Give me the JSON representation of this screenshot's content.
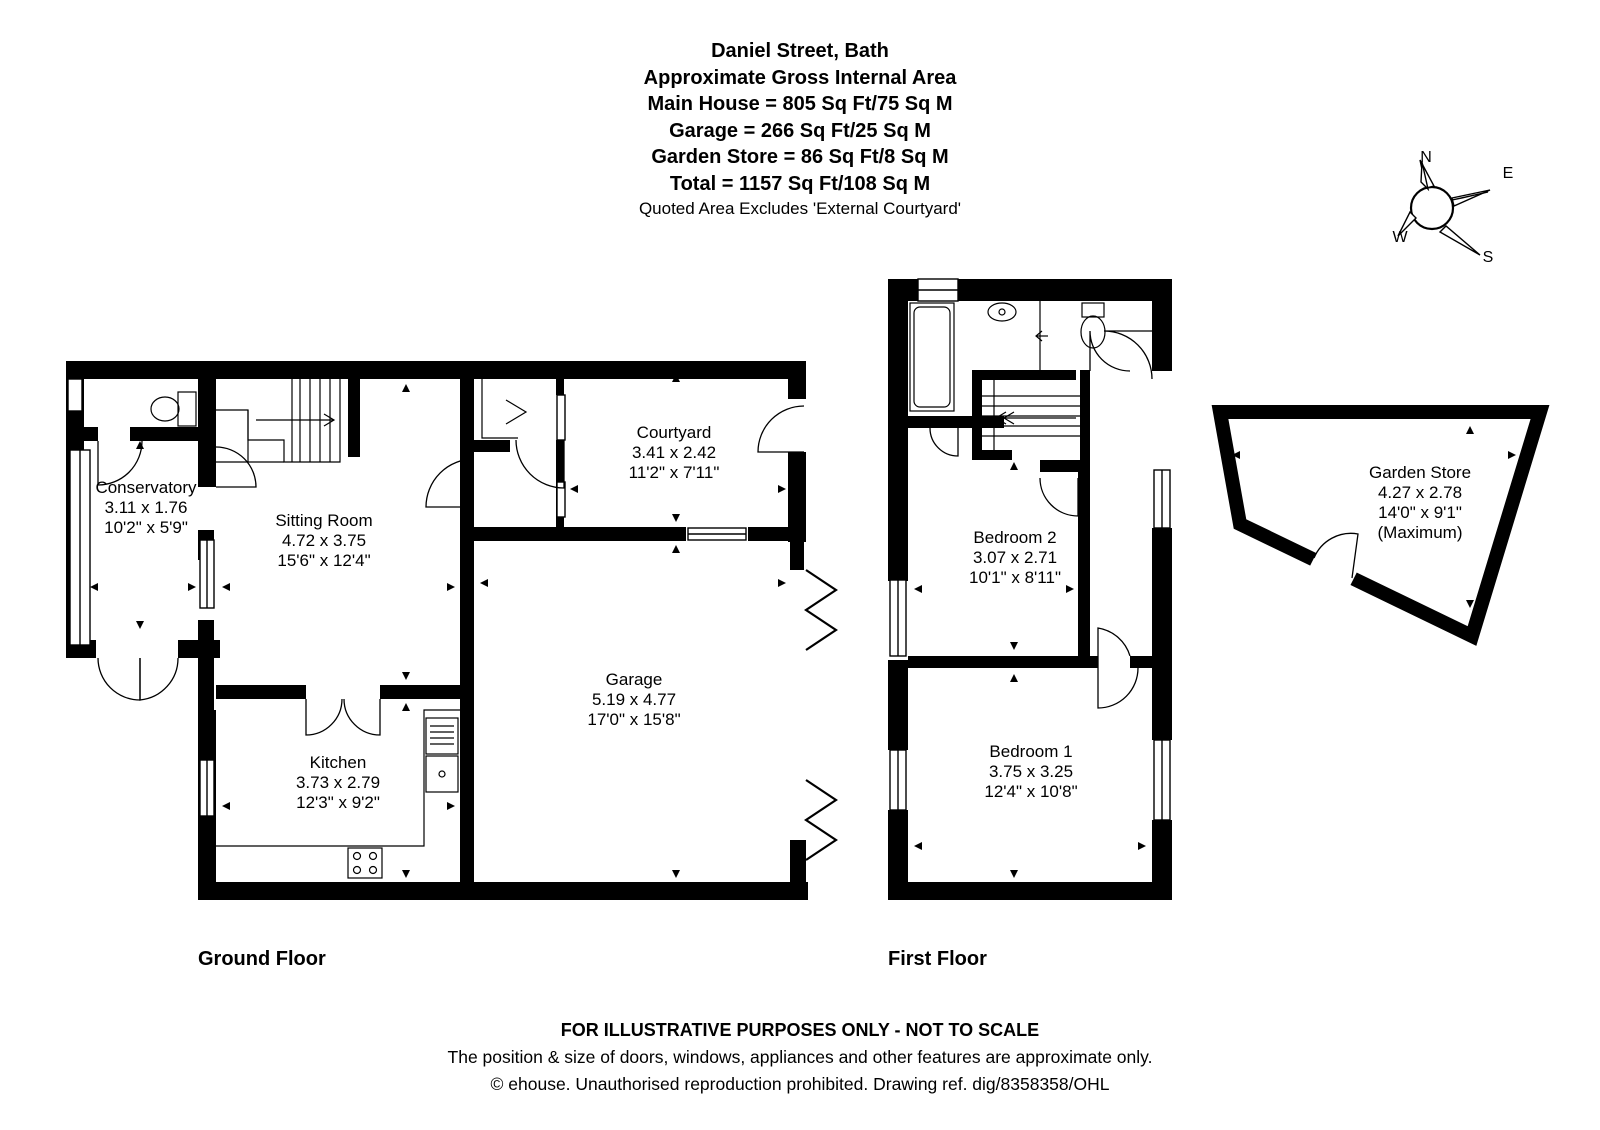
{
  "header": {
    "title": "Daniel Street, Bath",
    "subtitle": "Approximate Gross Internal Area",
    "main_house": "Main House = 805 Sq Ft/75 Sq M",
    "garage": "Garage = 266 Sq Ft/25 Sq M",
    "garden_store": "Garden Store  = 86 Sq Ft/8 Sq M",
    "total": "Total = 1157 Sq Ft/108 Sq M",
    "note": "Quoted Area Excludes 'External Courtyard'"
  },
  "compass": {
    "n": "N",
    "e": "E",
    "s": "S",
    "w": "W"
  },
  "floors": {
    "ground": "Ground Floor",
    "first": "First Floor"
  },
  "rooms": {
    "conservatory": {
      "name": "Conservatory",
      "metric": "3.11 x 1.76",
      "imperial": "10'2\" x 5'9\""
    },
    "sitting_room": {
      "name": "Sitting Room",
      "metric": "4.72 x 3.75",
      "imperial": "15'6\" x 12'4\""
    },
    "courtyard": {
      "name": "Courtyard",
      "metric": "3.41 x 2.42",
      "imperial": "11'2\" x 7'11\""
    },
    "garage": {
      "name": "Garage",
      "metric": "5.19 x 4.77",
      "imperial": "17'0\" x 15'8\""
    },
    "kitchen": {
      "name": "Kitchen",
      "metric": "3.73 x 2.79",
      "imperial": "12'3\" x 9'2\""
    },
    "bedroom2": {
      "name": "Bedroom 2",
      "metric": "3.07 x 2.71",
      "imperial": "10'1\" x 8'11\""
    },
    "bedroom1": {
      "name": "Bedroom 1",
      "metric": "3.75 x 3.25",
      "imperial": "12'4\" x 10'8\""
    },
    "garden_store": {
      "name": "Garden Store",
      "metric": "4.27 x 2.78",
      "imperial": "14'0\" x 9'1\"",
      "qualifier": "(Maximum)"
    }
  },
  "footer": {
    "disclaimer": "FOR ILLUSTRATIVE PURPOSES ONLY - NOT TO SCALE",
    "line1": "The position & size of doors, windows, appliances and other features are approximate only.",
    "line2": "© ehouse. Unauthorised reproduction prohibited. Drawing ref. dig/8358358/OHL"
  }
}
